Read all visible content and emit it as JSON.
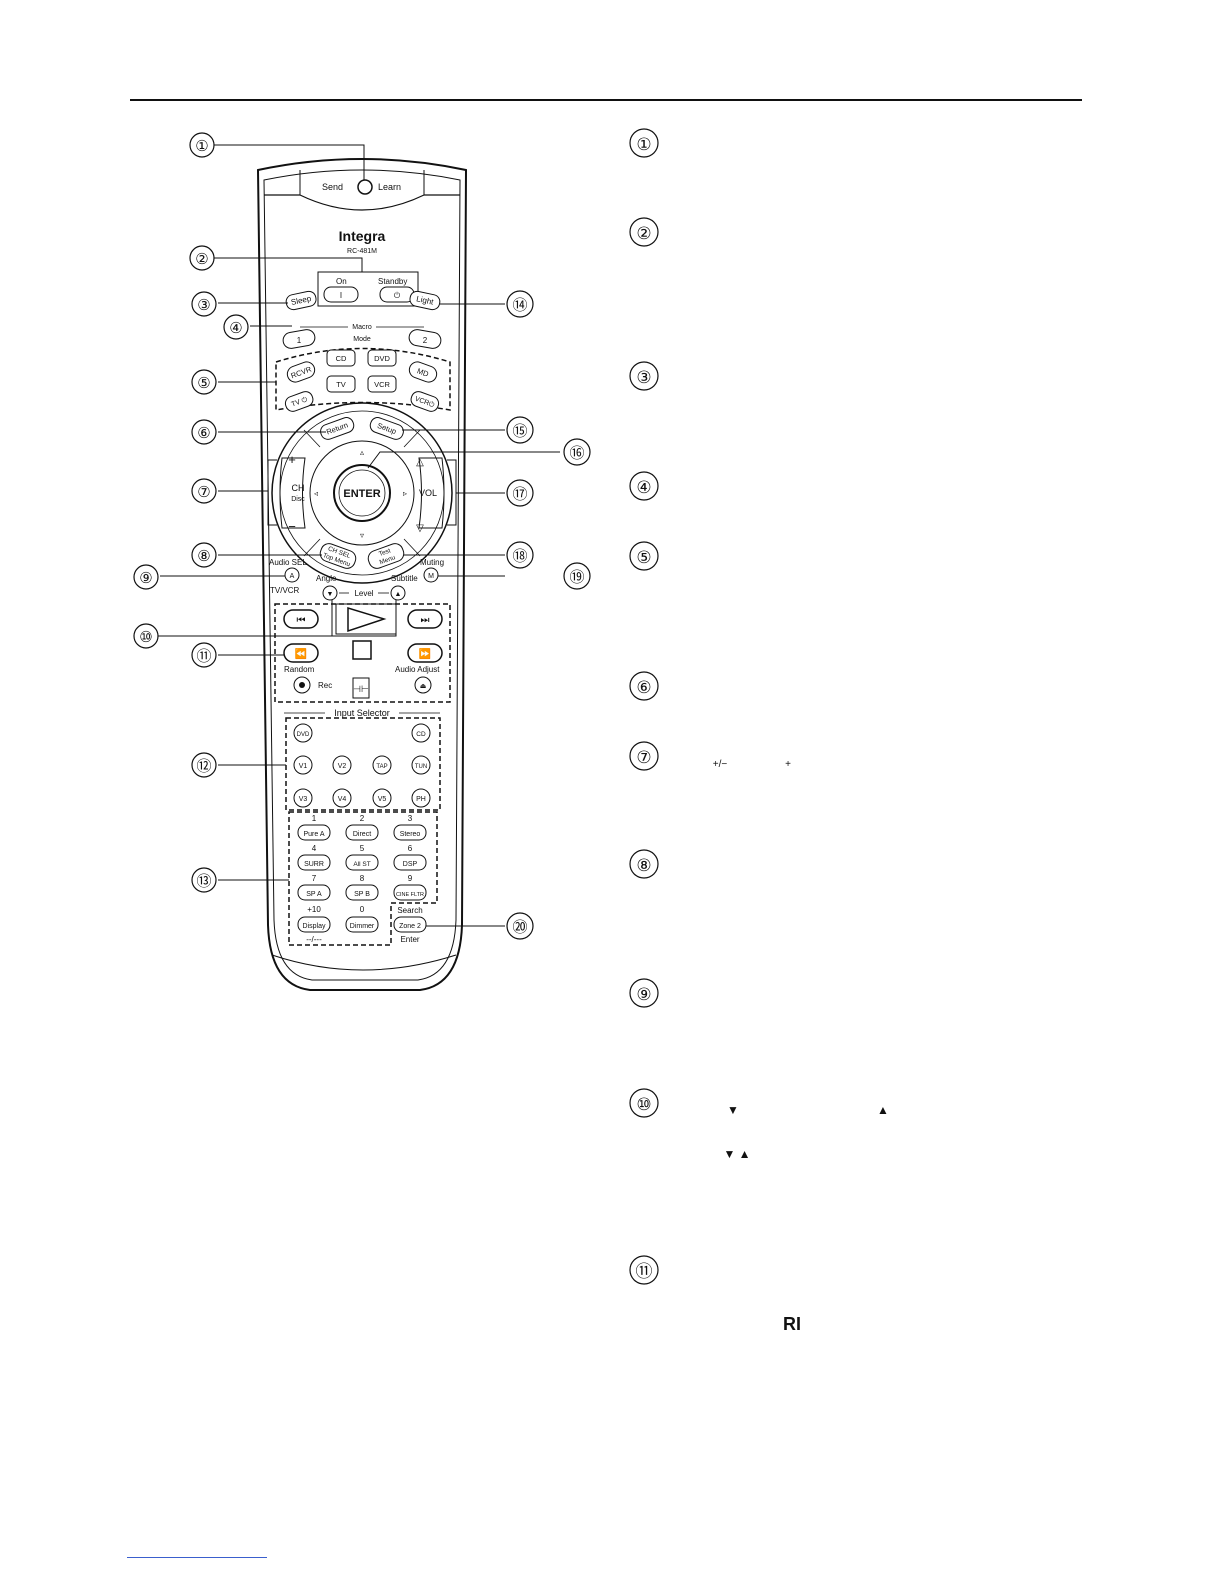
{
  "remote": {
    "top_buttons": {
      "send": "Send",
      "learn": "Learn"
    },
    "brand": "Integra",
    "model": "RC-481M",
    "power": {
      "on": "On",
      "standby": "Standby",
      "on_symbol": "I",
      "standby_symbol": "⏻"
    },
    "sleep": "Sleep",
    "light": "Light",
    "macro": {
      "label": "Macro",
      "one": "1",
      "two": "2"
    },
    "mode": {
      "label": "Mode",
      "rcvr": "RCVR",
      "cd": "CD",
      "dvd": "DVD",
      "md": "MD",
      "tv": "TV",
      "vcr": "VCR",
      "tv_power": "TV ⏻",
      "vcr_power": "VCR⏻"
    },
    "return": "Return",
    "setup": "Setup",
    "enter": "ENTER",
    "ch": "CH",
    "disc": "Disc",
    "vol": "VOL",
    "ch_sel": "CH SEL",
    "top_menu": "Top Menu",
    "test": "Test",
    "menu": "Menu",
    "audio_sel": "Audio SEL",
    "a_button": "A",
    "muting": "Muting",
    "m_button": "M",
    "tv_vcr": "TV/VCR",
    "angle": "Angle",
    "subtitle": "Subtitle",
    "level": "Level",
    "random": "Random",
    "rec": "Rec",
    "audio_adjust": "Audio Adjust",
    "input_selector": "Input Selector",
    "inputs": {
      "dvd": "DVD",
      "cd": "CD",
      "v1": "V1",
      "v2": "V2",
      "tap": "TAP",
      "tun": "TUN",
      "v3": "V3",
      "v4": "V4",
      "v5": "V5",
      "ph": "PH"
    },
    "numbers": {
      "n1": "1",
      "n2": "2",
      "n3": "3",
      "n4": "4",
      "n5": "5",
      "n6": "6",
      "n7": "7",
      "n8": "8",
      "n9": "9",
      "n10": "+10",
      "n0": "0"
    },
    "listening": {
      "pure_a": "Pure A",
      "direct": "Direct",
      "stereo": "Stereo",
      "surr": "SURR",
      "all_st": "All ST",
      "dsp": "DSP",
      "sp_a": "SP A",
      "sp_b": "SP B",
      "cine_fltr": "CINE FLTR",
      "display": "Display",
      "dimmer": "Dimmer"
    },
    "dashes": "--/---",
    "search": "Search",
    "zone2": "Zone 2",
    "enter_small": "Enter"
  },
  "callouts": [
    "①",
    "②",
    "③",
    "④",
    "⑤",
    "⑥",
    "⑦",
    "⑧",
    "⑨",
    "⑩",
    "⑪",
    "⑫",
    "⑬",
    "⑭",
    "⑮",
    "⑯",
    "⑰",
    "⑱",
    "⑲",
    "⑳"
  ],
  "descriptions": {
    "n1": "①",
    "n2": "②",
    "n3": "③",
    "n4": "④",
    "n5": "⑤",
    "n6": "⑥",
    "n7": "⑦",
    "n7_sym_a": "+/−",
    "n7_sym_b": "+",
    "n8": "⑧",
    "n9": "⑨",
    "n10": "⑩",
    "n10_down": "▼",
    "n10_up": "▲",
    "n10_both": "▼ ▲",
    "n11": "⑪",
    "n11_ri": "RI"
  }
}
